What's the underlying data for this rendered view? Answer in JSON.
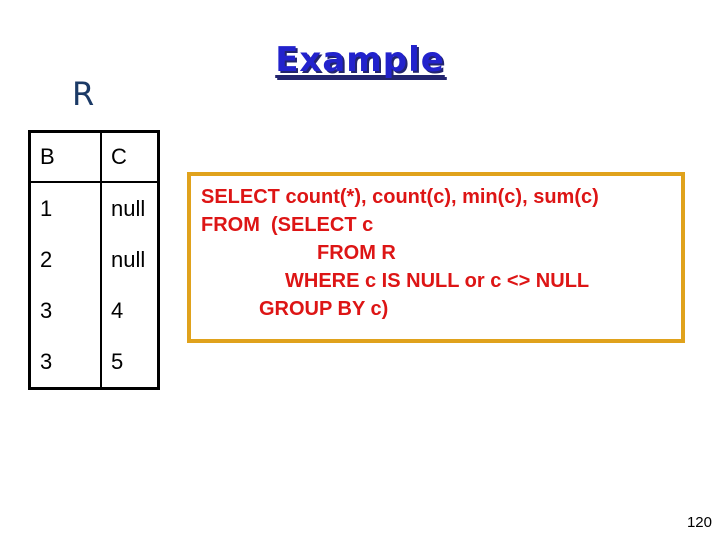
{
  "slide": {
    "title": "Example",
    "page_number": "120"
  },
  "relation": {
    "name": "R",
    "table": {
      "headers": [
        "B",
        "C"
      ],
      "rows": [
        [
          "1",
          "null"
        ],
        [
          "2",
          "null"
        ],
        [
          "3",
          "4"
        ],
        [
          "3",
          "5"
        ]
      ]
    }
  },
  "sql_box": {
    "lines": [
      "SELECT count(*), count(c), min(c), sum(c)",
      "FROM  (SELECT c",
      "FROM R",
      "WHERE c IS NULL or c <> NULL",
      "GROUP BY c)"
    ]
  },
  "colors": {
    "title_blue": "#2222cc",
    "title_shadow_navy": "#22246e",
    "relation_label_navy": "#1b3a66",
    "sql_text_red": "#dd1515",
    "sql_border_gold": "#e0a21c",
    "table_border_black": "#000000",
    "background_white": "#ffffff"
  }
}
